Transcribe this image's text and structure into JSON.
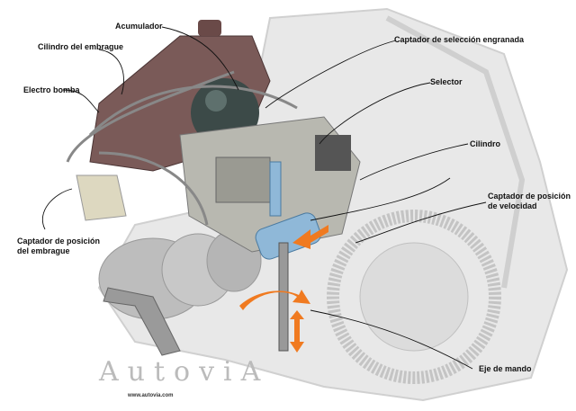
{
  "labels": {
    "acumulador": "Acumulador",
    "cilindro_embrague": "Cilindro del embrague",
    "electro_bomba": "Electro bomba",
    "captador_posicion_embrague": [
      "Captador de posición",
      "del embrague"
    ],
    "captador_seleccion": "Captador de selección engranada",
    "selector": "Selector",
    "cilindro": "Cilindro",
    "captador_posicion_velocidad": [
      "Captador de posición",
      "de velocidad"
    ],
    "eje_mando": "Eje de mando"
  },
  "watermark": {
    "logo": "AutoviA",
    "url": "www.autovia.com"
  },
  "colors": {
    "housing": "#d8d8d8",
    "tank": "#7a5a58",
    "accumulator": "#3c4a48",
    "valve_block": "#b8b8b0",
    "cylinder": "#8fb8d8",
    "arrow": "#f07a20"
  }
}
